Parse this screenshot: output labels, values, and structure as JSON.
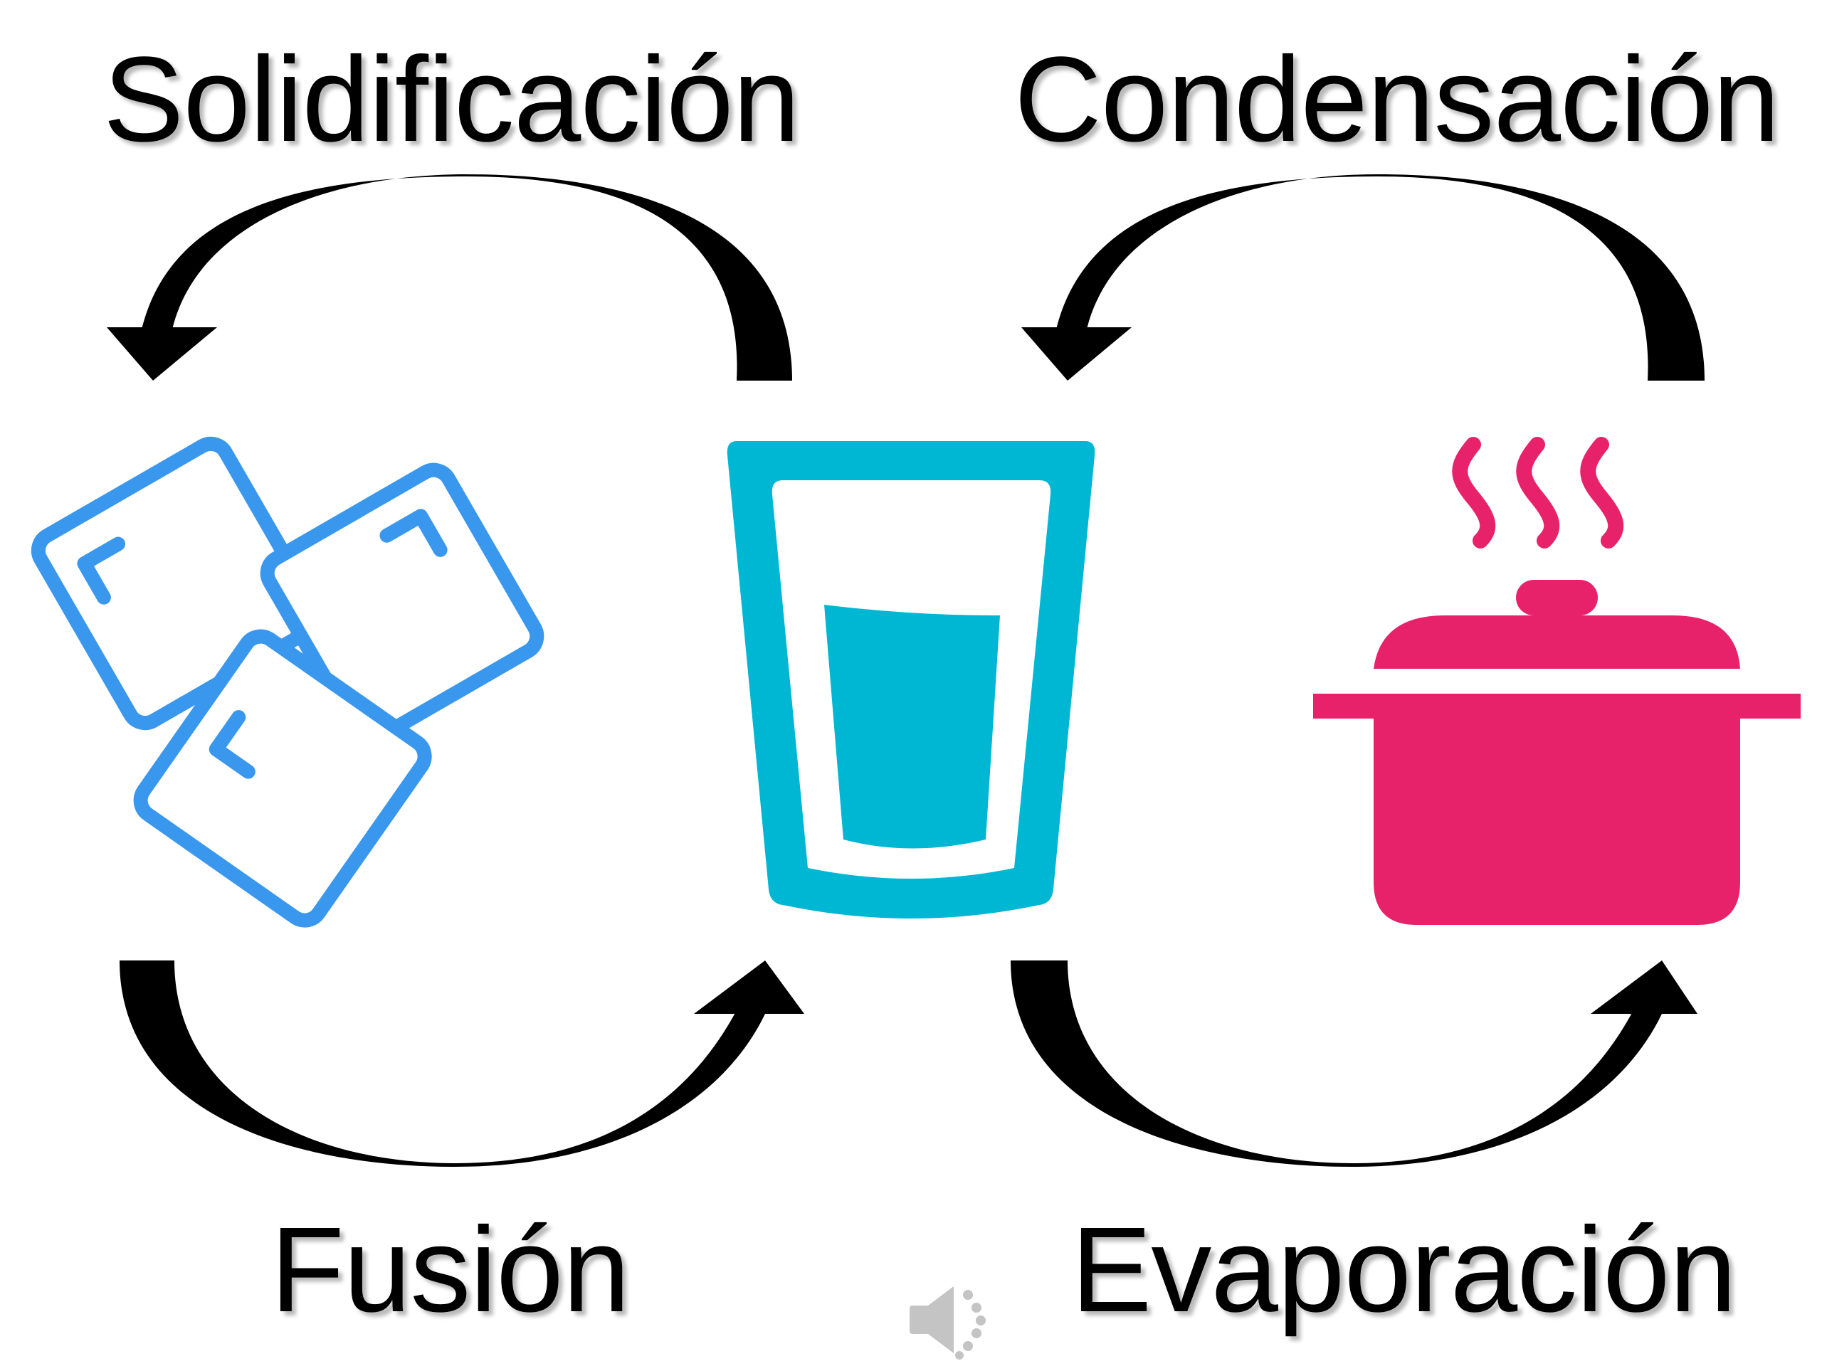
{
  "labels": {
    "solidification": "Solidificación",
    "condensation": "Condensación",
    "fusion": "Fusión",
    "evaporation": "Evaporación"
  },
  "colors": {
    "ice": "#3a97ee",
    "glass": "#00b7d3",
    "pot": "#e8226a",
    "arrow": "#000000",
    "speaker": "#b8b8b8"
  },
  "icons": [
    "ice-cubes-icon",
    "water-glass-icon",
    "cooking-pot-icon",
    "speaker-icon"
  ]
}
